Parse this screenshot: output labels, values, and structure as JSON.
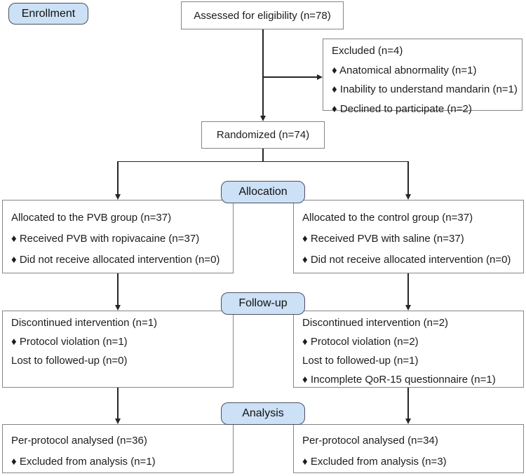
{
  "diagram": {
    "title": "CONSORT participant flow diagram",
    "stages": {
      "enrollment": "Enrollment",
      "allocation": "Allocation",
      "follow_up": "Follow-up",
      "analysis": "Analysis"
    },
    "boxes": {
      "assessed": {
        "text": "Assessed for eligibility (n=78)"
      },
      "excluded": {
        "lines": [
          "Excluded (n=4)",
          "♦ Anatomical abnormality (n=1)",
          "♦ Inability to understand mandarin (n=1)",
          "♦ Declined to participate (n=2)"
        ]
      },
      "randomized": {
        "text": "Randomized (n=74)"
      },
      "pvb_allocation": {
        "lines": [
          "Allocated to the PVB group (n=37)",
          "♦ Received PVB with ropivacaine (n=37)",
          "♦ Did not receive allocated intervention (n=0)"
        ]
      },
      "control_allocation": {
        "lines": [
          "Allocated to the control group (n=37)",
          "♦ Received PVB with saline (n=37)",
          "♦ Did not receive allocated intervention (n=0)"
        ]
      },
      "pvb_followup": {
        "lines": [
          "Discontinued intervention (n=1)",
          "♦ Protocol violation (n=1)",
          "Lost to followed-up (n=0)"
        ]
      },
      "control_followup": {
        "lines": [
          "Discontinued intervention (n=2)",
          "♦ Protocol violation (n=2)",
          "Lost to followed-up (n=1)",
          "♦ Incomplete QoR-15 questionnaire (n=1)"
        ]
      },
      "pvb_analysis": {
        "lines": [
          "Per-protocol analysed (n=36)",
          "♦ Excluded from analysis (n=1)"
        ]
      },
      "control_analysis": {
        "lines": [
          "Per-protocol analysed (n=34)",
          "♦ Excluded from analysis (n=3)"
        ]
      }
    },
    "colors": {
      "stage_fill": "#cce0f6",
      "stage_border": "#4a5160",
      "box_border": "#858585",
      "arrow": "#262626",
      "text": "#1c1c1c",
      "background": "#ffffff"
    }
  }
}
